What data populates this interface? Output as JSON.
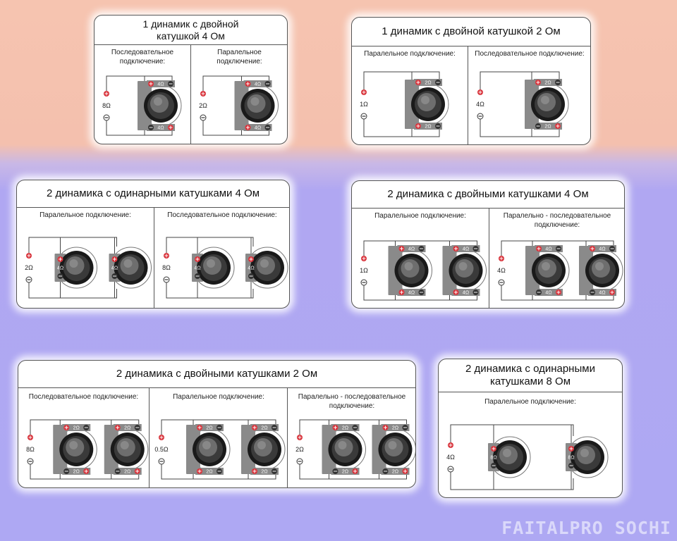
{
  "panels": [
    {
      "title": "1 динамик с двойной\nкатушкой 4 Ом",
      "cells": [
        {
          "label": "Последовательное\nподключение:",
          "ohm": "8Ω",
          "speakers": [
            {
              "coil": "dual",
              "top": "4Ω",
              "bottom": "4Ω",
              "tp": [
                "+",
                "−"
              ],
              "bp": [
                "−",
                "+"
              ]
            }
          ]
        },
        {
          "label": "Паралельное\nподключение:",
          "ohm": "2Ω",
          "speakers": [
            {
              "coil": "dual",
              "top": "4Ω",
              "bottom": "4Ω",
              "tp": [
                "+",
                "−"
              ],
              "bp": [
                "+",
                "−"
              ]
            }
          ]
        }
      ]
    },
    {
      "title": "1 динамик с двойной катушкой 2 Ом",
      "cells": [
        {
          "label": "Паралельное подключение:",
          "ohm": "1Ω",
          "speakers": [
            {
              "coil": "dual",
              "top": "2Ω",
              "bottom": "2Ω",
              "tp": [
                "+",
                "−"
              ],
              "bp": [
                "+",
                "−"
              ]
            }
          ]
        },
        {
          "label": "Последовательное подключение:",
          "ohm": "4Ω",
          "speakers": [
            {
              "coil": "dual",
              "top": "2Ω",
              "bottom": "2Ω",
              "tp": [
                "+",
                "−"
              ],
              "bp": [
                "−",
                "+"
              ]
            }
          ]
        }
      ]
    },
    {
      "title": "2 динамика с одинарными катушками 4 Ом",
      "cells": [
        {
          "label": "Паралельное подключение:",
          "ohm": "2Ω",
          "speakers": [
            {
              "coil": "single",
              "mid": "4Ω"
            },
            {
              "coil": "single",
              "mid": "4Ω"
            }
          ]
        },
        {
          "label": "Последовательное подключение:",
          "ohm": "8Ω",
          "speakers": [
            {
              "coil": "single",
              "mid": "4Ω"
            },
            {
              "coil": "single",
              "mid": "4Ω"
            }
          ]
        }
      ]
    },
    {
      "title": "2 динамика с двойными катушками 4 Ом",
      "cells": [
        {
          "label": "Паралельное подключение:",
          "ohm": "1Ω",
          "speakers": [
            {
              "coil": "dual",
              "top": "4Ω",
              "bottom": "4Ω",
              "tp": [
                "+",
                "−"
              ],
              "bp": [
                "+",
                "−"
              ]
            },
            {
              "coil": "dual",
              "top": "4Ω",
              "bottom": "4Ω",
              "tp": [
                "+",
                "−"
              ],
              "bp": [
                "+",
                "−"
              ]
            }
          ]
        },
        {
          "label": "Паралельно - последовательное\nподключение:",
          "ohm": "4Ω",
          "speakers": [
            {
              "coil": "dual",
              "top": "4Ω",
              "bottom": "4Ω",
              "tp": [
                "+",
                "−"
              ],
              "bp": [
                "−",
                "+"
              ]
            },
            {
              "coil": "dual",
              "top": "4Ω",
              "bottom": "4Ω",
              "tp": [
                "+",
                "−"
              ],
              "bp": [
                "−",
                "+"
              ]
            }
          ]
        }
      ]
    },
    {
      "title": "2 динамика с двойными катушками 2 Ом",
      "cells": [
        {
          "label": "Последовательное подключение:",
          "ohm": "8Ω",
          "speakers": [
            {
              "coil": "dual",
              "top": "2Ω",
              "bottom": "2Ω",
              "tp": [
                "+",
                "−"
              ],
              "bp": [
                "−",
                "+"
              ]
            },
            {
              "coil": "dual",
              "top": "2Ω",
              "bottom": "2Ω",
              "tp": [
                "+",
                "−"
              ],
              "bp": [
                "−",
                "+"
              ]
            }
          ]
        },
        {
          "label": "Паралельное подключение:",
          "ohm": "0.5Ω",
          "speakers": [
            {
              "coil": "dual",
              "top": "2Ω",
              "bottom": "2Ω",
              "tp": [
                "+",
                "−"
              ],
              "bp": [
                "+",
                "−"
              ]
            },
            {
              "coil": "dual",
              "top": "2Ω",
              "bottom": "2Ω",
              "tp": [
                "+",
                "−"
              ],
              "bp": [
                "+",
                "−"
              ]
            }
          ]
        },
        {
          "label": "Паралельно - последовательное\nподключение:",
          "ohm": "2Ω",
          "speakers": [
            {
              "coil": "dual",
              "top": "2Ω",
              "bottom": "2Ω",
              "tp": [
                "+",
                "−"
              ],
              "bp": [
                "−",
                "+"
              ]
            },
            {
              "coil": "dual",
              "top": "2Ω",
              "bottom": "2Ω",
              "tp": [
                "+",
                "−"
              ],
              "bp": [
                "−",
                "+"
              ]
            }
          ]
        }
      ]
    },
    {
      "title": "2 динамика с одинарными\nкатушками 8 Ом",
      "cells": [
        {
          "label": "Паралельное подключение:",
          "ohm": "4Ω",
          "speakers": [
            {
              "coil": "single",
              "mid": "8Ω"
            },
            {
              "coil": "single",
              "mid": "8Ω"
            }
          ]
        }
      ]
    }
  ],
  "watermark": "FAITALPRO SOCHI",
  "colors": {
    "terminal_plus": "#d8343c",
    "terminal_minus": "#333333",
    "coil_plate": "#8a8a8a"
  }
}
